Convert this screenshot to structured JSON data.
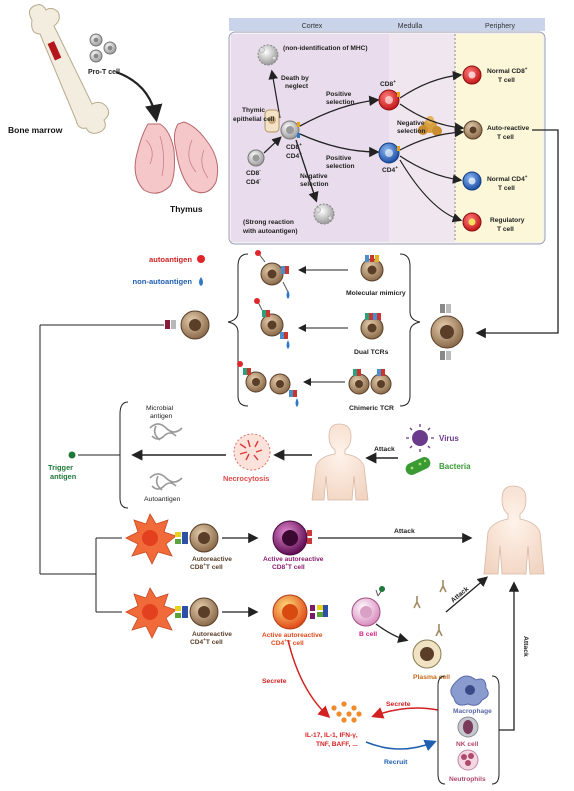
{
  "thymus_panel": {
    "zones": {
      "cortex": "Cortex",
      "medulla": "Medulla",
      "periphery": "Periphery"
    },
    "non_identification": "(non-identification of MHC)",
    "death_by_neglect_1": "Death by",
    "death_by_neglect_2": "neglect",
    "thymic_epithelial_1": "Thymic",
    "thymic_epithelial_2": "epithelial cell",
    "cd8_cd4_1": "CD8",
    "cd8_cd4_2": "CD4",
    "double_neg_1": "CD8",
    "double_neg_2": "CD4",
    "positive_selection": "Positive",
    "positive_selection_2": "selection",
    "negative_selection": "Negative",
    "negative_selection_2": "selection",
    "strong_reaction_1": "(Strong reaction",
    "strong_reaction_2": "with autoantigen)",
    "cd8_plus": "CD8",
    "cd4_plus": "CD4",
    "normal_cd8": "Normal CD8",
    "normal_cd8_2": "T cell",
    "auto_reactive": "Auto-reactive",
    "auto_reactive_2": "T cell",
    "normal_cd4": "Normal CD4",
    "normal_cd4_2": "T cell",
    "regulatory": "Regulatory",
    "regulatory_2": "T cell",
    "sup_plus": "+",
    "sup_minus": "-"
  },
  "bone_marrow": {
    "label": "Bone marrow",
    "pro_t_cell": "Pro-T cell",
    "thymus": "Thymus"
  },
  "legend": {
    "autoantigen": "autoantigen",
    "non_autoantigen": "non-autoantigen"
  },
  "mechanisms": {
    "molecular_mimicry": "Molecular mimicry",
    "dual_tcrs": "Dual TCRs",
    "chimeric_tcr": "Chimeric TCR"
  },
  "trigger": {
    "microbial_1": "Microbial",
    "microbial_2": "antigen",
    "autoantigen": "Autoantigen",
    "trigger_1": "Trigger",
    "trigger_2": "antigen",
    "necrocytosis": "Necrocytosis",
    "attack": "Attack",
    "virus": "Virus",
    "bacteria": "Bacteria"
  },
  "effector": {
    "autoreactive_cd8_1": "Autoreactive",
    "autoreactive_cd8_2": "CD8",
    "autoreactive_cd8_3": "T cell",
    "active_cd8_1": "Active autoreactive",
    "active_cd8_2": "CD8",
    "active_cd8_3": "T cell",
    "attack_top": "Attack",
    "autoreactive_cd4_1": "Autoreactive",
    "autoreactive_cd4_2": "CD4",
    "autoreactive_cd4_3": "T cell",
    "active_cd4_1": "Active autoreactive",
    "active_cd4_2": "CD4",
    "active_cd4_3": "T cell",
    "b_cell": "B cell",
    "plasma_cell": "Plasma cell",
    "attack_antibody": "Attack",
    "attack_vertical": "Attack",
    "secrete_left": "Secrete",
    "secrete_right": "Secrete",
    "recruit": "Recruit",
    "cytokines_1": "IL-17, IL-1, IFN-γ,",
    "cytokines_2": "TNF, BAFF, ...",
    "macrophage": "Macrophage",
    "nk_cell": "NK cell",
    "neutrophils": "Neutrophils"
  },
  "colors": {
    "cortex_bg": "#e9dcec",
    "medulla_bg": "#efe6f0",
    "periphery_bg": "#fbf7d8",
    "header_bg": "#c9d4ea",
    "autoantigen": "#e0262a",
    "non_autoantigen": "#2f79c8",
    "trigger": "#1f7a3a",
    "necro": "#e24a4a",
    "bacteria": "#3a9b35",
    "virus": "#6b3a8c",
    "active_cd8": "#8c1b6f",
    "active_cd4": "#e46a1c"
  }
}
